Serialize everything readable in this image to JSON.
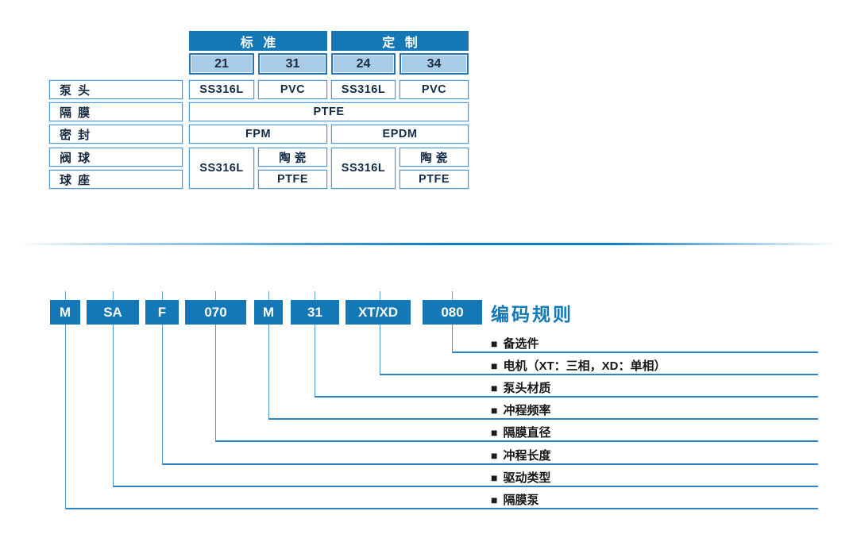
{
  "materials_table": {
    "group_headers": [
      {
        "label": "标 准"
      },
      {
        "label": "定 制"
      }
    ],
    "size_columns": [
      "21",
      "31",
      "24",
      "34"
    ],
    "row_labels": [
      "泵 头",
      "隔 膜",
      "密 封",
      "阀 球",
      "球 座"
    ],
    "pump_head_values": [
      "SS316L",
      "PVC",
      "SS316L",
      "PVC"
    ],
    "diaphragm_value": "PTFE",
    "seal_values": [
      "FPM",
      "EPDM"
    ],
    "valve_ball_seat": {
      "standard_ball_seat_material": "SS316L",
      "standard_ball": "陶 瓷",
      "standard_seat": "PTFE",
      "custom_ball_seat_material": "SS316L",
      "custom_ball": "陶 瓷",
      "custom_seat": "PTFE"
    }
  },
  "code_diagram": {
    "heading": "编码规则",
    "bullet": "■",
    "segments": [
      {
        "code": "M",
        "label": "隔膜泵"
      },
      {
        "code": "SA",
        "label": "驱动类型"
      },
      {
        "code": "F",
        "label": "冲程长度"
      },
      {
        "code": "070",
        "label": "隔膜直径"
      },
      {
        "code": "M",
        "label": "冲程频率"
      },
      {
        "code": "31",
        "label": "泵头材质"
      },
      {
        "code": "XT/XD",
        "label": "电机（XT：三相，XD：单相）"
      },
      {
        "code": "080",
        "label": "备选件"
      }
    ]
  },
  "colors": {
    "primary_blue": "#1478b6",
    "light_blue_cell": "#a9cce8",
    "cell_border_blue": "#4f9bd2",
    "connector_blue": "#2e84c3",
    "divider_blue": "#0e7cc1",
    "table_text_dark": "#132c47"
  }
}
